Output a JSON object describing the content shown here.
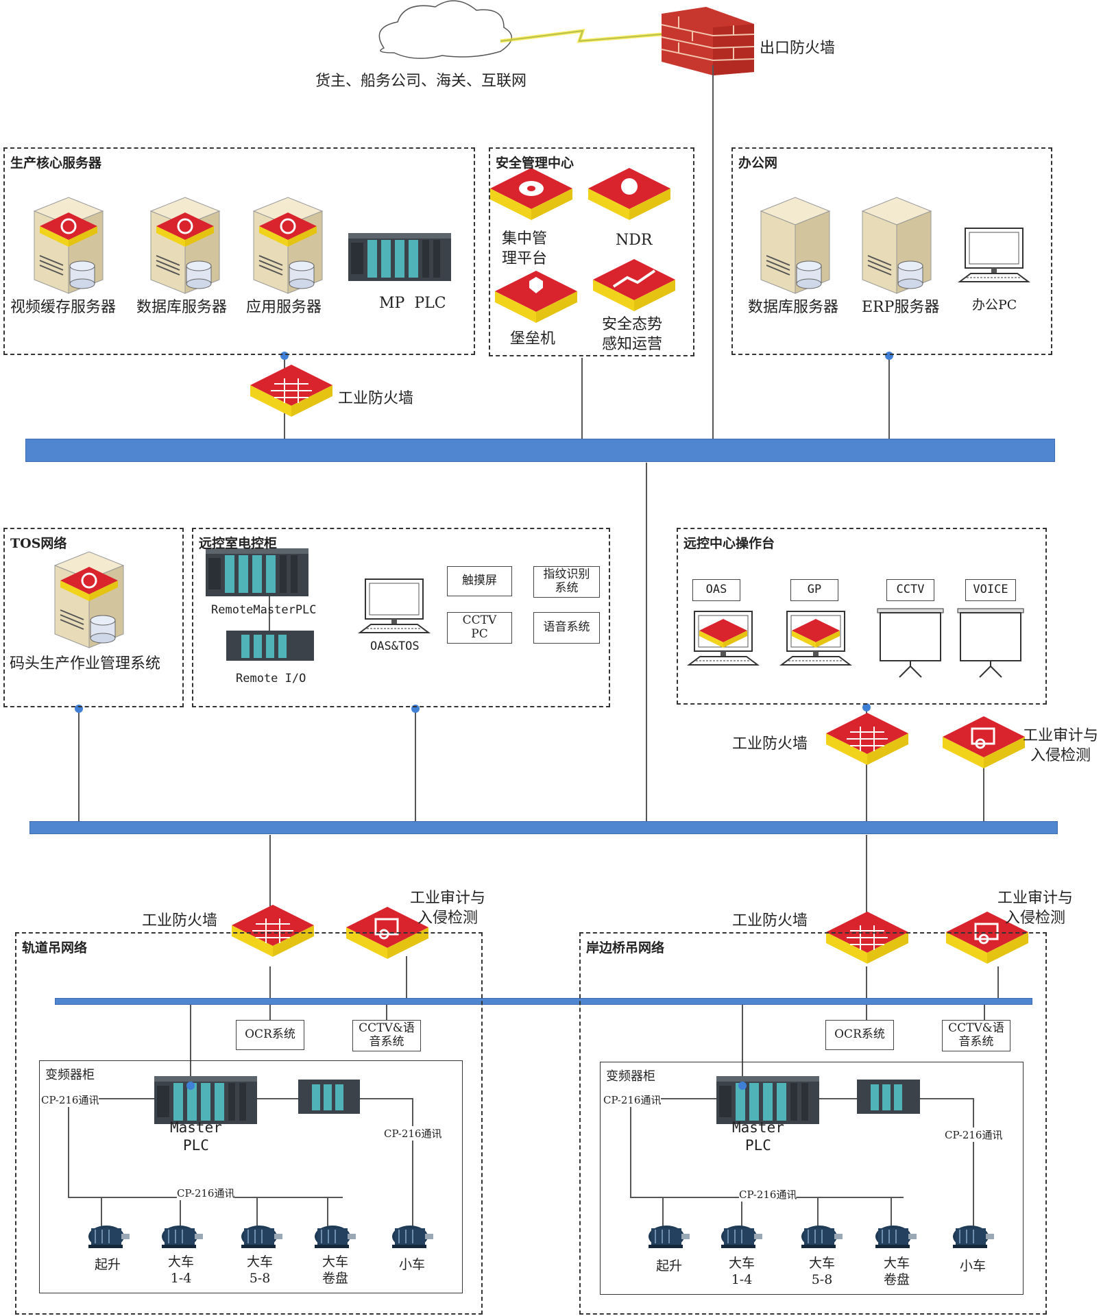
{
  "top": {
    "internet_label": "货主、船务公司、海关、互联网",
    "egress_firewall": "出口防火墙"
  },
  "zones": {
    "prod_core": {
      "title": "生产核心服务器",
      "items": [
        "视频缓存服务器",
        "数据库服务器",
        "应用服务器",
        "MP  PLC"
      ]
    },
    "security_center": {
      "title": "安全管理中心",
      "items": [
        "集中管\n理平台",
        "NDR",
        "堡垒机",
        "安全态势\n感知运营"
      ]
    },
    "office": {
      "title": "办公网",
      "items": [
        "数据库服务器",
        "ERP服务器",
        "办公PC"
      ]
    },
    "tos": {
      "title": "TOS网络",
      "items": [
        "码头生产作业管理系统"
      ]
    },
    "remote_cabinet": {
      "title": "远控室电控柜",
      "plc": "RemoteMasterPLC",
      "io": "Remote I/O",
      "pc": "OAS&TOS",
      "boxes": [
        "触摸屏",
        "指纹识别\n系统",
        "CCTV\nPC",
        "语音系统"
      ]
    },
    "remote_console": {
      "title": "远控中心操作台",
      "boxes": [
        "OAS",
        "GP",
        "CCTV",
        "VOICE"
      ]
    },
    "rail_crane": {
      "title": "轨道吊网络"
    },
    "quay_crane": {
      "title": "岸边桥吊网络"
    }
  },
  "devices": {
    "industrial_firewall": "工业防火墙",
    "audit": "工业审计与\n入侵检测"
  },
  "crane_net": {
    "ocr": "OCR系统",
    "cctv_voice": "CCTV&语\n音系统",
    "vfd_cabinet": "变频器柜",
    "master_plc": "Master\nPLC",
    "cp216": "CP-216通讯",
    "motors": [
      "起升",
      "大车\n1-4",
      "大车\n5-8",
      "大车\n卷盘",
      "小车"
    ]
  },
  "colors": {
    "bus": "#4f86cf",
    "security_red": "#d9232d",
    "security_yellow": "#f2d31b",
    "server_beige": "#e8dcb8",
    "plc_teal": "#4fb3b8"
  }
}
